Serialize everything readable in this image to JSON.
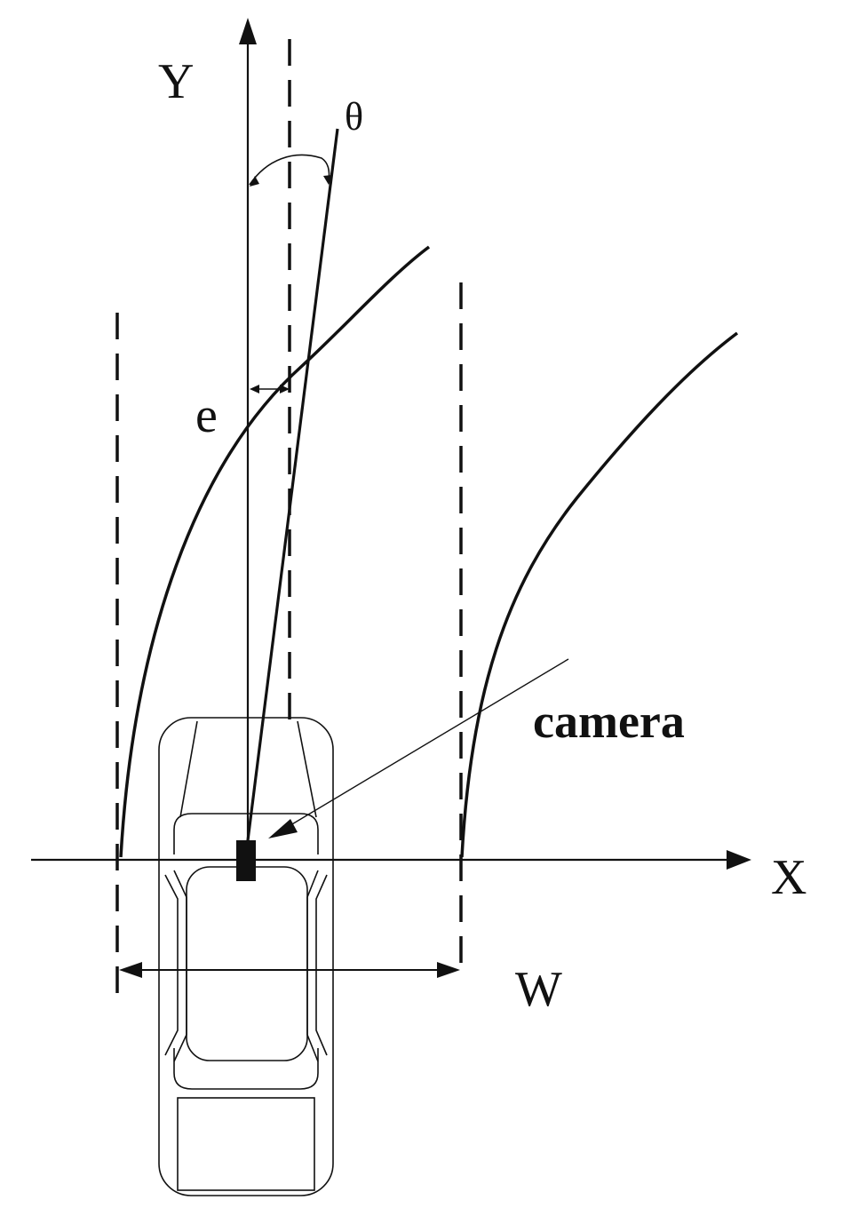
{
  "labels": {
    "y_axis": "Y",
    "x_axis": "X",
    "angle": "θ",
    "offset": "e",
    "camera": "camera",
    "width": "W"
  },
  "colors": {
    "stroke": "#111111",
    "background": "#ffffff"
  }
}
